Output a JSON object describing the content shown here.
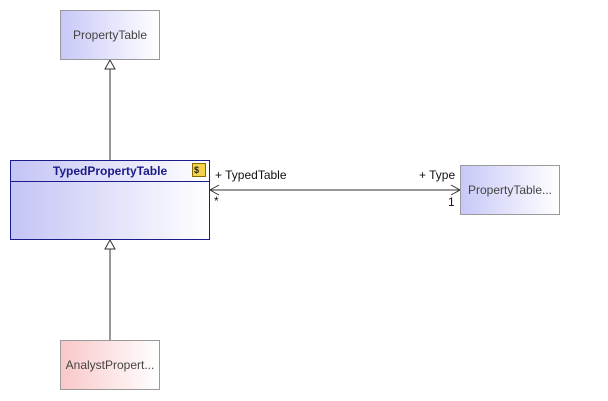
{
  "classes": {
    "property_table": {
      "name": "PropertyTable"
    },
    "typed_property_table": {
      "name": "TypedPropertyTable",
      "icon": "stereotype-icon"
    },
    "property_table_type": {
      "name": "PropertyTable..."
    },
    "analyst_property": {
      "name": "AnalystPropert..."
    }
  },
  "association": {
    "source_role": "+ TypedTable",
    "source_multiplicity": "*",
    "target_role": "+ Type",
    "target_multiplicity": "1"
  },
  "colors": {
    "class_border": "#1b1b8a",
    "blue_fill": "#c4c4f6",
    "red_fill": "#f9c8c8"
  }
}
